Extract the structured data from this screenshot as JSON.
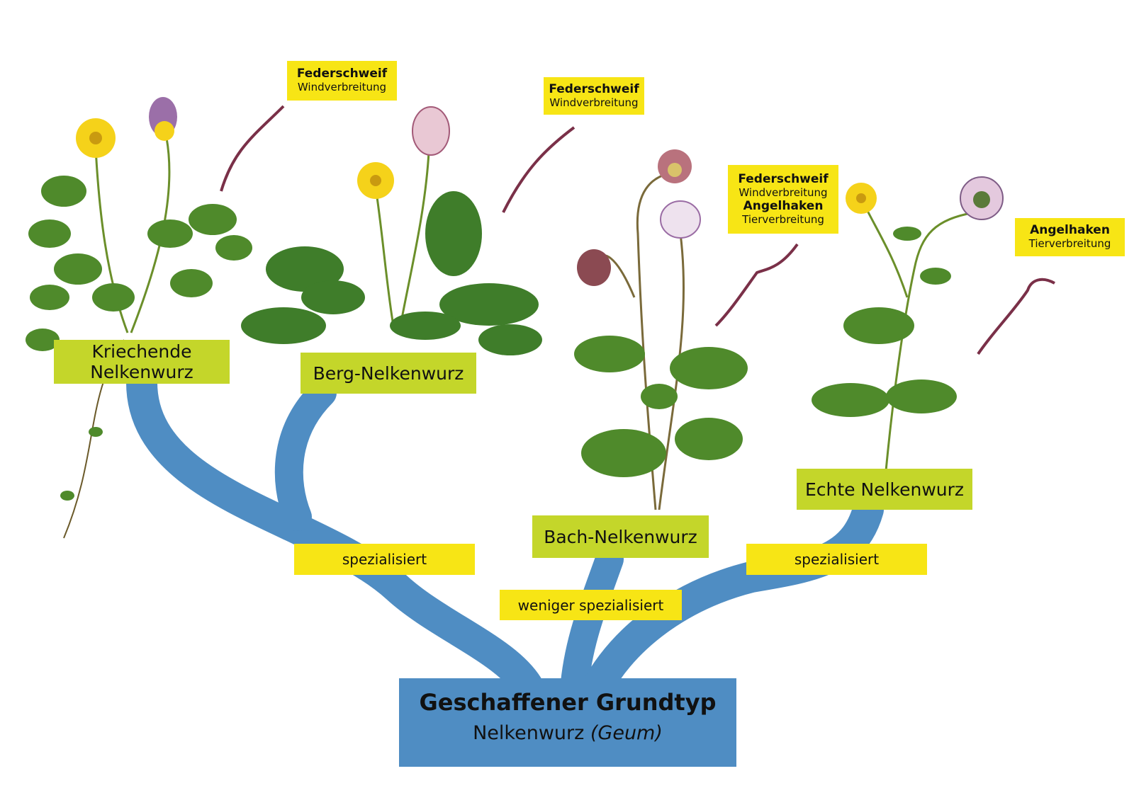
{
  "colors": {
    "branch": "#4f8dc3",
    "species_label": "#c4d62a",
    "note_label": "#f7e515",
    "leaf": "#4f8a2b",
    "flower_yellow": "#f5d21a",
    "seed": "#7a3048"
  },
  "root": {
    "title": "Geschaffener Grundtyp",
    "subtitle": "Nelkenwurz",
    "subtitle_italic": "(Geum)"
  },
  "species": [
    {
      "name": "Kriechende Nelkenwurz"
    },
    {
      "name": "Berg-Nelkenwurz"
    },
    {
      "name": "Bach-Nelkenwurz"
    },
    {
      "name": "Echte Nelkenwurz"
    }
  ],
  "branch_labels": [
    {
      "text": "spezialisiert"
    },
    {
      "text": "weniger spezialisiert"
    },
    {
      "text": "spezialisiert"
    }
  ],
  "seed_notes": [
    {
      "lines": [
        {
          "bold": "Federschweif"
        },
        {
          "text": "Windverbreitung"
        }
      ]
    },
    {
      "lines": [
        {
          "bold": "Federschweif"
        },
        {
          "text": "Windverbreitung"
        }
      ]
    },
    {
      "lines": [
        {
          "bold": "Federschweif"
        },
        {
          "text": "Windverbreitung"
        },
        {
          "bold": "Angelhaken"
        },
        {
          "text": "Tierverbreitung"
        }
      ]
    },
    {
      "lines": [
        {
          "bold": "Angelhaken"
        },
        {
          "text": "Tierverbreitung"
        }
      ]
    }
  ],
  "illustrations": [
    {
      "icon": "creeping-avens-plant-icon"
    },
    {
      "icon": "mountain-avens-plant-icon"
    },
    {
      "icon": "water-avens-plant-icon"
    },
    {
      "icon": "wood-avens-plant-icon"
    }
  ]
}
